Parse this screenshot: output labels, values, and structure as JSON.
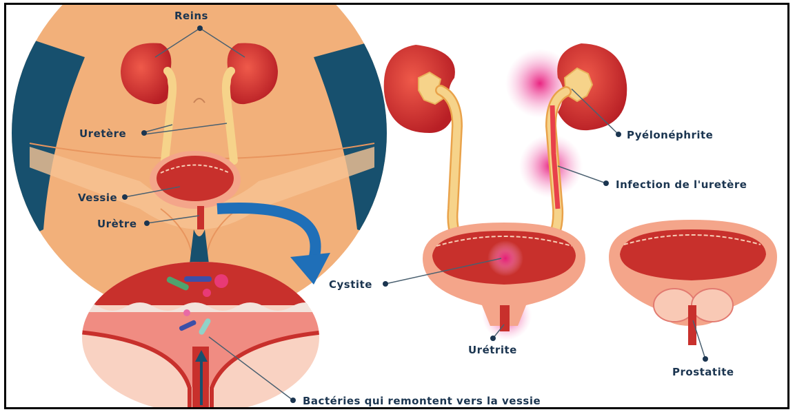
{
  "labels": {
    "reins": "Reins",
    "uretere": "Uretère",
    "vessie": "Vessie",
    "uretre": "Urètre",
    "pyelonephrite": "Pyélonéphrite",
    "infection_uretere": "Infection de l'uretère",
    "cystite": "Cystite",
    "uretrite": "Urétrite",
    "prostatite": "Prostatite",
    "bacteries": "Bactéries qui remontent vers la vessie"
  },
  "colors": {
    "skin": "#f2b07a",
    "navy": "#17506e",
    "kidney": "#c8302c",
    "ureter": "#f6d38a",
    "bladder_wall": "#f4a58a",
    "infection": "#e8308a",
    "label": "#1b3550"
  }
}
